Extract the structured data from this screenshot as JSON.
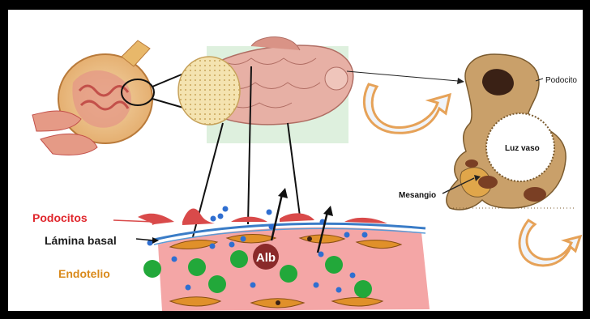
{
  "labels": {
    "podocitos": "Podocitos",
    "lamina_basal": "Lámina basal",
    "endotelio": "Endotelio",
    "alb": "Alb",
    "podocito": "Podocito",
    "luz_vaso": "Luz vaso",
    "mesangio": "Mesangio"
  },
  "colors": {
    "podocitos_label": "#e0262c",
    "endotelio_label": "#d98a1c",
    "vessel": "#f4a6a6",
    "green_cells": "#22a83a",
    "blue_dots": "#2f6fd1",
    "membrane": "#3a7cc7",
    "podocyte_cells": "#d94a4a",
    "endothelial_cells": "#e0902a",
    "glomerulus_cell": "#c49a63",
    "cycle_arrow": "#e6a258"
  },
  "icons": {
    "cycle_arrow_top": "curved-arrow-icon",
    "cycle_arrow_bottom": "curved-arrow-icon"
  }
}
